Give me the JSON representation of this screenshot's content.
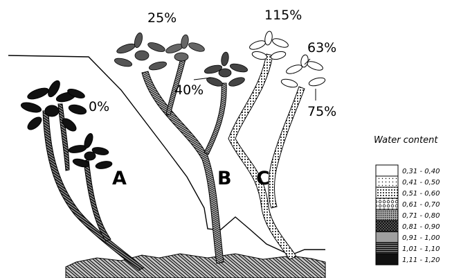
{
  "plants": {
    "A": {
      "label": "A",
      "water": "0%"
    },
    "B": {
      "label": "B",
      "water_left": "25%",
      "water_right": "40%"
    },
    "C": {
      "label": "C",
      "water_top": "115%",
      "water_right": "63%",
      "water_lower": "75%"
    }
  },
  "legend": {
    "title": "Water content",
    "rows": [
      {
        "range": "0,31  -  0,40",
        "fill": "#ffffff"
      },
      {
        "range": "0,41  -  0,50",
        "fill": "url(#pDots)"
      },
      {
        "range": "0,51  -  0,60",
        "fill": "url(#pDots2)"
      },
      {
        "range": "0,61  -  0,70",
        "fill": "url(#pCircles)"
      },
      {
        "range": "0,71  -  0,80",
        "fill": "url(#pDense)"
      },
      {
        "range": "0,81  -  0,90",
        "fill": "url(#pCross)"
      },
      {
        "range": "0,91  -  1,00",
        "fill": "url(#pHatch)"
      },
      {
        "range": "1,01  -  1,10",
        "fill": "url(#pHatch2)"
      },
      {
        "range": "1,11  -  1,20",
        "fill": "#111111"
      }
    ]
  }
}
